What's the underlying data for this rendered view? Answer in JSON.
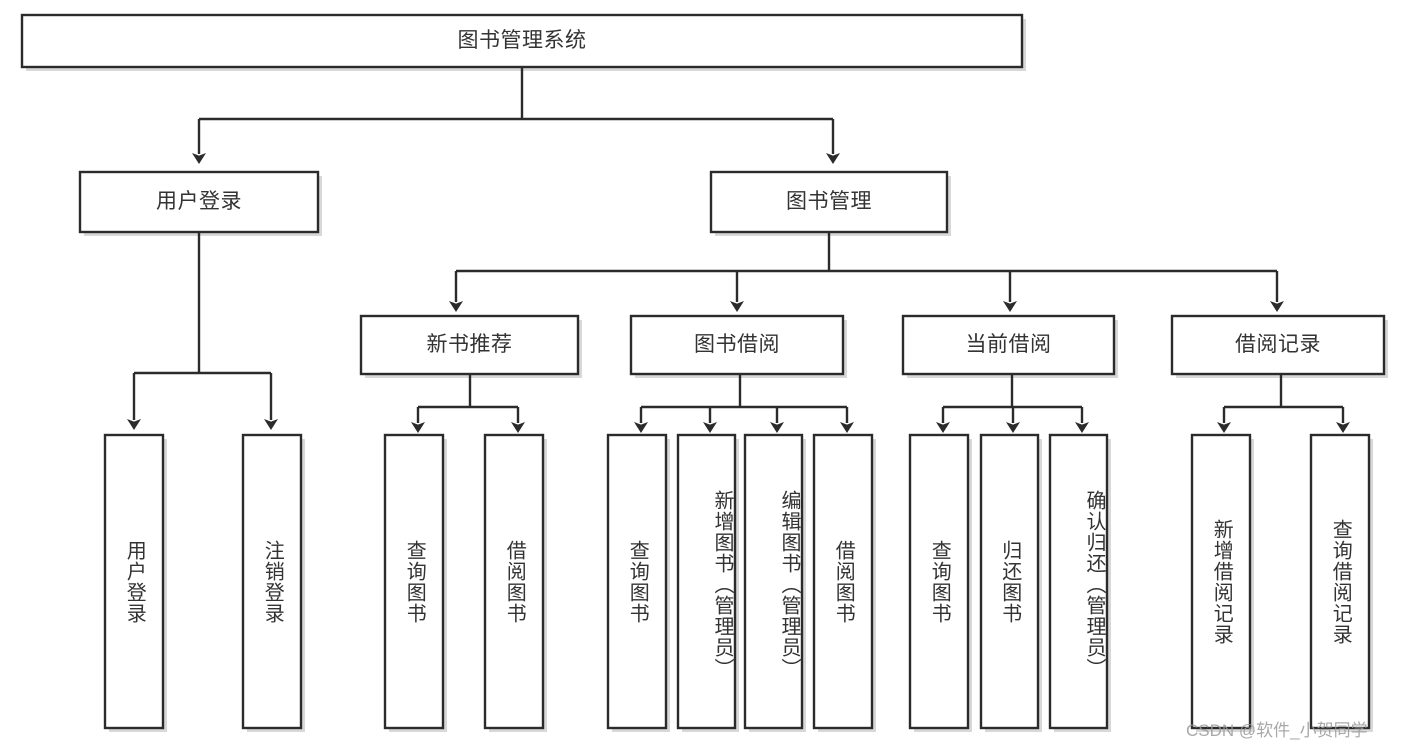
{
  "diagram": {
    "type": "tree-hierarchy",
    "title": "图书管理系统",
    "watermark": "CSDN @软件_小贺同学",
    "colors": {
      "box_stroke": "#2b2b2b",
      "box_fill": "#ffffff",
      "text": "#333333",
      "connector": "#2b2b2b",
      "watermark": "#9a9a9a",
      "background": "#ffffff"
    },
    "root": {
      "label": "图书管理系统",
      "orientation": "horizontal"
    },
    "level2": [
      {
        "id": "user-login",
        "label": "用户登录",
        "orientation": "horizontal",
        "children": [
          {
            "id": "user-login-do",
            "label": "用户登录",
            "orientation": "vertical"
          },
          {
            "id": "user-logout",
            "label": "注销登录",
            "orientation": "vertical"
          }
        ]
      },
      {
        "id": "book-management",
        "label": "图书管理",
        "orientation": "horizontal",
        "children": [
          {
            "id": "new-book-recommend",
            "label": "新书推荐",
            "orientation": "horizontal",
            "children": [
              {
                "id": "query-book-1",
                "label": "查询图书",
                "orientation": "vertical"
              },
              {
                "id": "borrow-book-1",
                "label": "借阅图书",
                "orientation": "vertical"
              }
            ]
          },
          {
            "id": "book-borrow",
            "label": "图书借阅",
            "orientation": "horizontal",
            "children": [
              {
                "id": "query-book-2",
                "label": "查询图书",
                "orientation": "vertical"
              },
              {
                "id": "add-book-admin",
                "label": "新增图书（管理员）",
                "orientation": "vertical"
              },
              {
                "id": "edit-book-admin",
                "label": "编辑图书（管理员）",
                "orientation": "vertical"
              },
              {
                "id": "borrow-book-2",
                "label": "借阅图书",
                "orientation": "vertical"
              }
            ]
          },
          {
            "id": "current-borrow",
            "label": "当前借阅",
            "orientation": "horizontal",
            "children": [
              {
                "id": "query-book-3",
                "label": "查询图书",
                "orientation": "vertical"
              },
              {
                "id": "return-book",
                "label": "归还图书",
                "orientation": "vertical"
              },
              {
                "id": "confirm-return-admin",
                "label": "确认归还（管理员）",
                "orientation": "vertical"
              }
            ]
          },
          {
            "id": "borrow-record",
            "label": "借阅记录",
            "orientation": "horizontal",
            "children": [
              {
                "id": "add-borrow-record",
                "label": "新增借阅记录",
                "orientation": "vertical"
              },
              {
                "id": "query-borrow-record",
                "label": "查询借阅记录",
                "orientation": "vertical"
              }
            ]
          }
        ]
      }
    ]
  }
}
